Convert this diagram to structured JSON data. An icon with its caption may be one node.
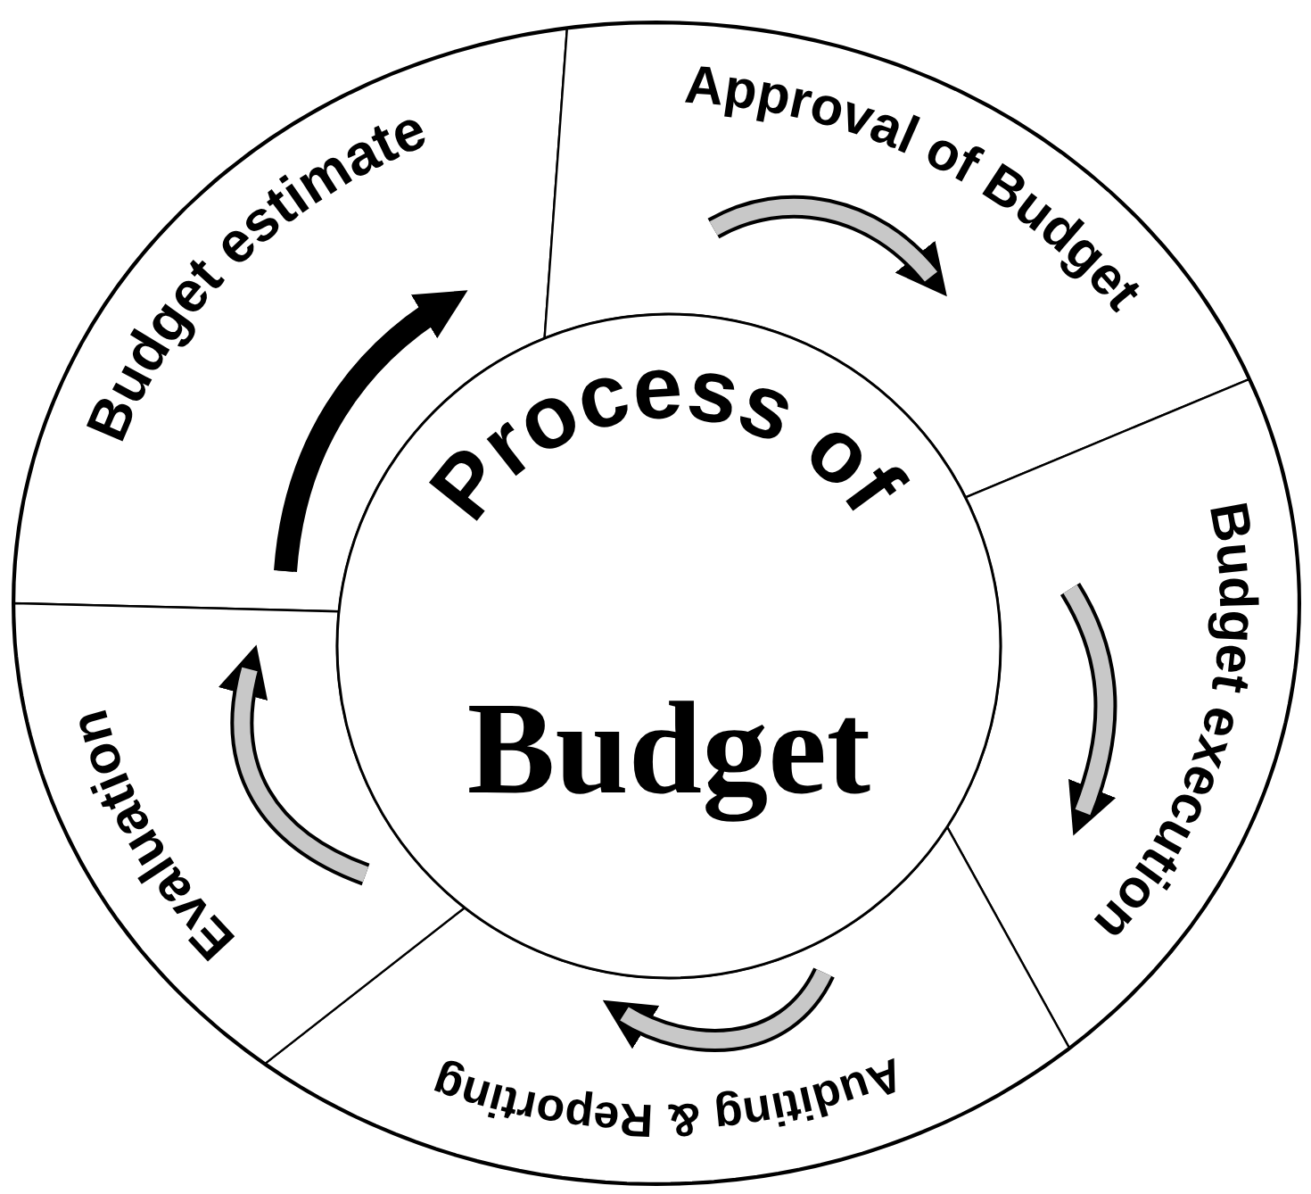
{
  "diagram": {
    "nodes": [
      {
        "text": [
          "Budget estimate"
        ]
      },
      {
        "text": [
          "Approval of Budget"
        ]
      },
      {
        "text": [
          "Budget execution"
        ]
      },
      {
        "text": [
          "Auditing & Reporting"
        ]
      },
      {
        "text": [
          "Evaluation"
        ]
      },
      {
        "text": [
          "Process of",
          "Budget"
        ]
      }
    ]
  }
}
